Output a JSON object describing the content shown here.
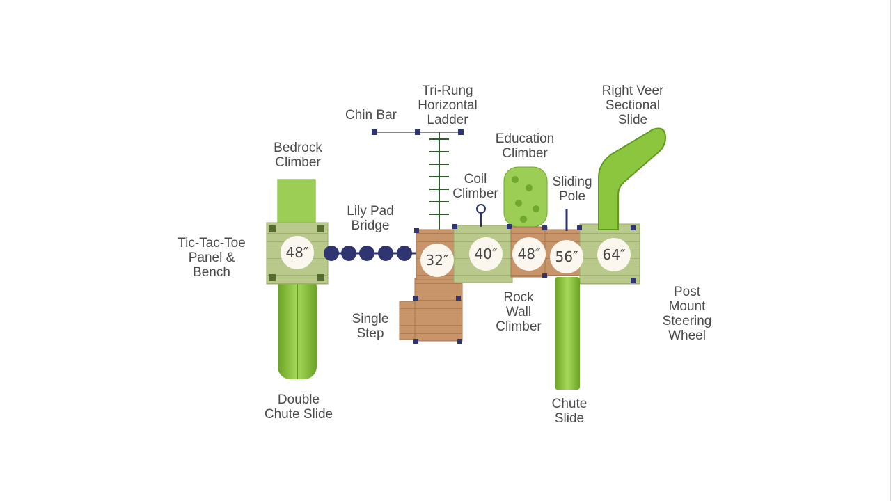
{
  "colors": {
    "slide_green": "#8cc63f",
    "slide_dark": "#5f9a1e",
    "deck_wood": "#c8956a",
    "deck_green": "#b7c98a",
    "post_navy": "#2e3570",
    "lily_pad": "#2e3570",
    "label_gray": "#4a4a4a",
    "height_circle": "#fbf6ee"
  },
  "labels": {
    "chin_bar": "Chin Bar",
    "tri_rung_ladder": "Tri-Rung\nHorizontal\nLadder",
    "right_veer_slide": "Right Veer\nSectional\nSlide",
    "education_climber": "Education\nClimber",
    "bedrock_climber": "Bedrock\nClimber",
    "coil_climber": "Coil\nClimber",
    "sliding_pole": "Sliding\nPole",
    "lily_pad_bridge": "Lily Pad\nBridge",
    "tic_tac_toe": "Tic-Tac-Toe\nPanel &\nBench",
    "post_mount_wheel": "Post\nMount\nSteering\nWheel",
    "rock_wall_climber": "Rock\nWall\nClimber",
    "single_step": "Single\nStep",
    "double_chute_slide": "Double\nChute Slide",
    "chute_slide": "Chute\nSlide"
  },
  "deck_heights": [
    "48″",
    "32″",
    "40″",
    "48″",
    "56″",
    "64″"
  ]
}
